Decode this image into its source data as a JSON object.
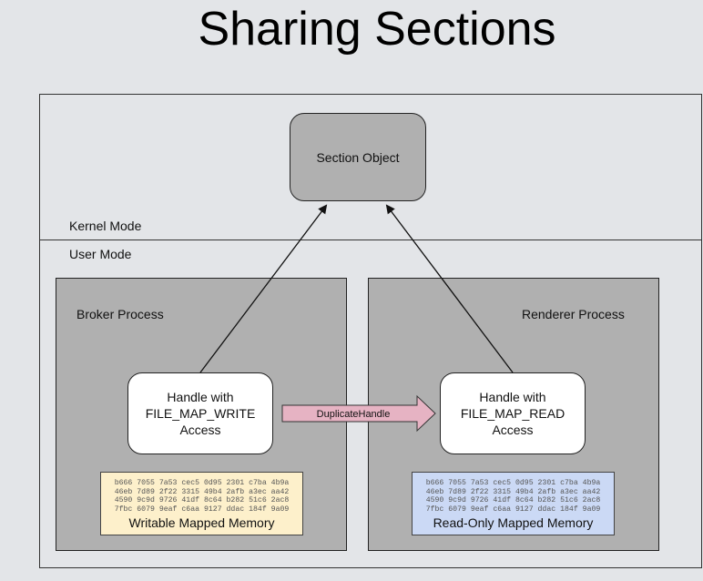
{
  "title": "Sharing Sections",
  "kernel_mode": "Kernel Mode",
  "user_mode": "User Mode",
  "section_object": "Section Object",
  "broker": {
    "label": "Broker Process",
    "handle": [
      "Handle with",
      "FILE_MAP_WRITE",
      "Access"
    ],
    "memory": {
      "hex": [
        "b666 7055 7a53 cec5 0d95 2301 c7ba 4b9a",
        "46eb 7d89 2f22 3315 49b4 2afb a3ec aa42",
        "4590 9c9d 9726 41df 8c64 b282 51c6 2ac8",
        "7fbc 6079 9eaf c6aa 9127 ddac 184f 9a09"
      ],
      "caption": "Writable Mapped Memory",
      "color": "#fdf0cb"
    }
  },
  "renderer": {
    "label": "Renderer Process",
    "handle": [
      "Handle with",
      "FILE_MAP_READ",
      "Access"
    ],
    "memory": {
      "hex": [
        "b666 7055 7a53 cec5 0d95 2301 c7ba 4b9a",
        "46eb 7d89 2f22 3315 49b4 2afb a3ec aa42",
        "4590 9c9d 9726 41df 8c64 b282 51c6 2ac8",
        "7fbc 6079 9eaf c6aa 9127 ddac 184f 9a09"
      ],
      "caption": "Read-Only Mapped Memory",
      "color": "#cbd9f5"
    }
  },
  "duplicate_label": "DuplicateHandle",
  "colors": {
    "process": "#b0b0b0",
    "duplicate_arrow": "#e6b3c3"
  }
}
